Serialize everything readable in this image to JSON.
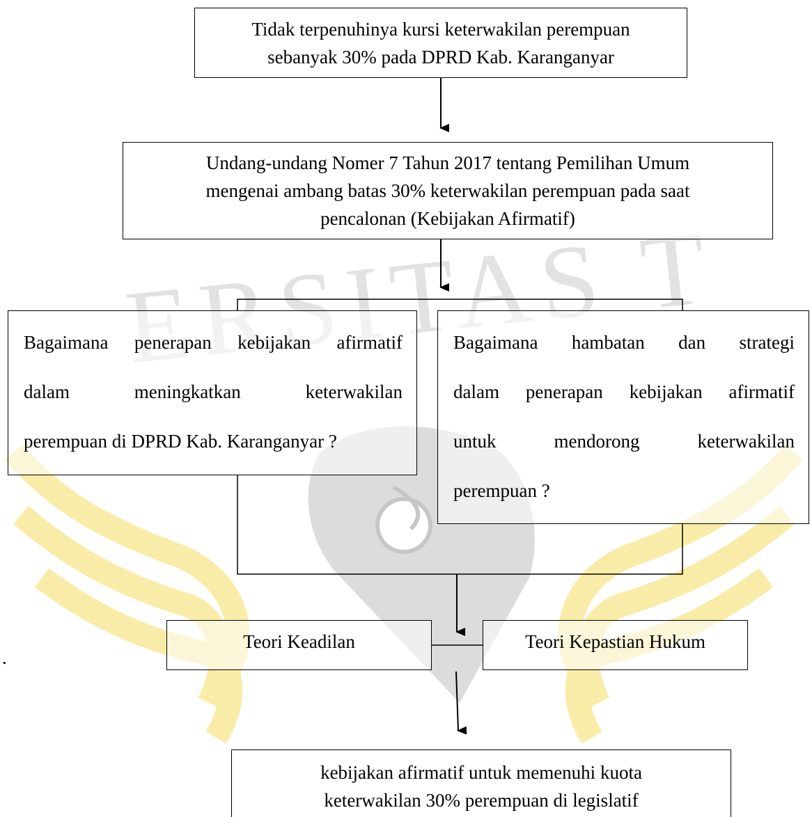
{
  "diagram": {
    "box_problem": {
      "line1": "Tidak terpenuhinya kursi keterwakilan perempuan",
      "line2": "sebanyak 30% pada DPRD Kab. Karanganyar"
    },
    "box_law": {
      "line1": "Undang-undang Nomer 7 Tahun 2017 tentang Pemilihan Umum",
      "line2": "mengenai ambang batas 30% keterwakilan perempuan pada saat",
      "line3": "pencalonan (Kebijakan Afirmatif)"
    },
    "box_question1": {
      "line1": "Bagaimana penerapan kebijakan afirmatif",
      "line2": "dalam meningkatkan keterwakilan",
      "line3": "perempuan di DPRD Kab. Karanganyar ?"
    },
    "box_question2": {
      "line1": "Bagaimana hambatan dan strategi",
      "line2": "dalam penerapan kebijakan afirmatif",
      "line3": "untuk mendorong keterwakilan",
      "line4": "perempuan ?"
    },
    "box_theory1": "Teori Keadilan",
    "box_theory2": "Teori Kepastian Hukum",
    "box_result": {
      "line1": "kebijakan afirmatif untuk memenuhi kuota",
      "line2": "keterwakilan 30% perempuan di legislatif"
    },
    "side_mark": "."
  },
  "watermark": {
    "text": "ERSITAS T",
    "colors": {
      "gray": "#d0d0d0",
      "gold": "#f6e17a"
    }
  }
}
